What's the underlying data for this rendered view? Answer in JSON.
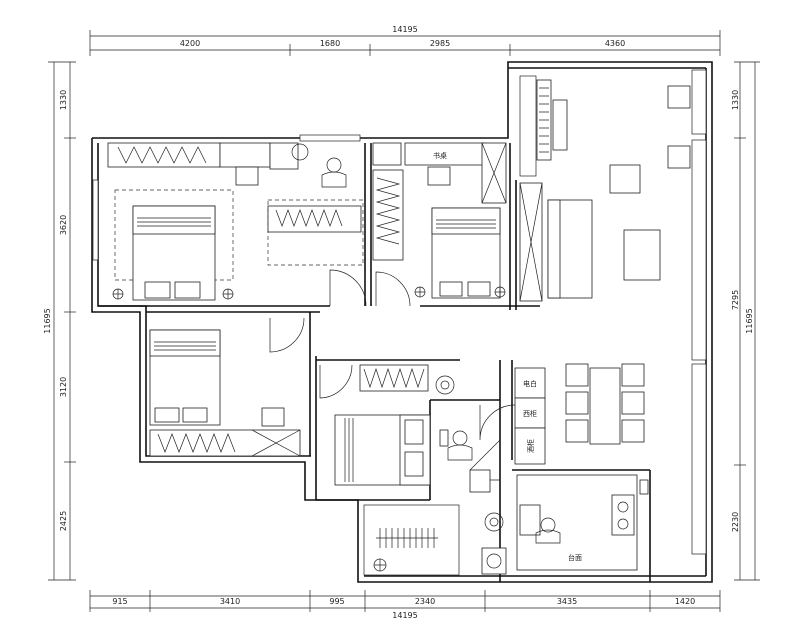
{
  "dimensions": {
    "top_total": "14195",
    "top": [
      "4200",
      "1680",
      "2985",
      "4360"
    ],
    "bottom_total": "14195",
    "bottom": [
      "915",
      "3410",
      "995",
      "2340",
      "3435",
      "1420"
    ],
    "left_overall": "11695",
    "left": [
      "1330",
      "3620",
      "3120",
      "2425"
    ],
    "right_overall": "11695",
    "right": [
      "1330",
      "7295",
      "2230"
    ]
  },
  "room_labels": {
    "desk_top": "书桌",
    "cabinet_1": "电白",
    "cabinet_2": "西柜",
    "cabinet_3": "酒柜",
    "counter": "台面"
  },
  "colors": {
    "line": "#111111",
    "background": "#ffffff"
  }
}
